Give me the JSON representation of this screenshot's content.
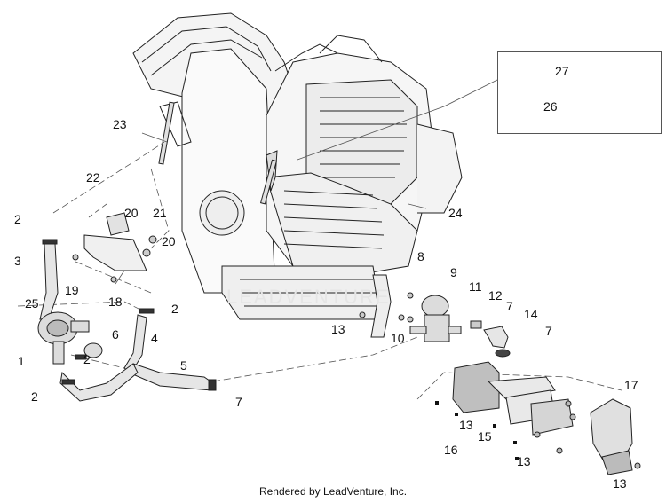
{
  "footer_text": "Rendered by LeadVenture, Inc.",
  "watermark_text": "LEADVENTURE",
  "callouts": {
    "c1": "1",
    "c2a": "2",
    "c2b": "2",
    "c2c": "2",
    "c2d": "2",
    "c3": "3",
    "c4": "4",
    "c5": "5",
    "c6": "6",
    "c7a": "7",
    "c7b": "7",
    "c7c": "7",
    "c8": "8",
    "c9": "9",
    "c10": "10",
    "c11": "11",
    "c12": "12",
    "c13a": "13",
    "c13b": "13",
    "c13c": "13",
    "c13d": "13",
    "c14": "14",
    "c15": "15",
    "c16": "16",
    "c17": "17",
    "c18": "18",
    "c19": "19",
    "c20a": "20",
    "c20b": "20",
    "c21": "21",
    "c22": "22",
    "c23": "23",
    "c24": "24",
    "c25": "25",
    "c26": "26",
    "c27": "27"
  },
  "colors": {
    "line": "#222222",
    "shade": "#cfcfcf",
    "leader": "#555555"
  }
}
